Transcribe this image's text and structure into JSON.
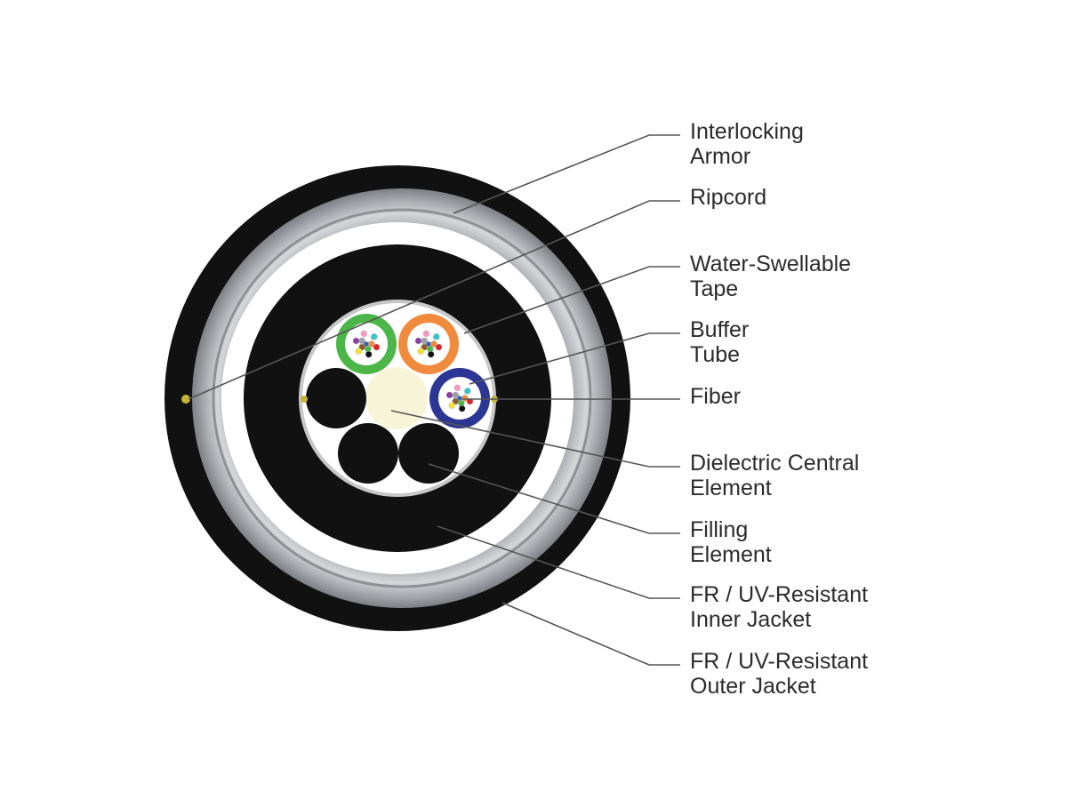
{
  "labels": [
    {
      "id": "interlocking-armor",
      "lines": [
        "Interlocking",
        "Armor"
      ]
    },
    {
      "id": "ripcord",
      "lines": [
        "Ripcord"
      ]
    },
    {
      "id": "water-swellable-tape",
      "lines": [
        "Water-Swellable",
        "Tape"
      ]
    },
    {
      "id": "buffer-tube",
      "lines": [
        "Buffer",
        "Tube"
      ]
    },
    {
      "id": "fiber",
      "lines": [
        "Fiber"
      ]
    },
    {
      "id": "dielectric-central-element",
      "lines": [
        "Dielectric Central",
        "Element"
      ]
    },
    {
      "id": "filling-element",
      "lines": [
        "Filling",
        "Element"
      ]
    },
    {
      "id": "inner-jacket",
      "lines": [
        "FR / UV-Resistant",
        "Inner Jacket"
      ]
    },
    {
      "id": "outer-jacket",
      "lines": [
        "FR / UV-Resistant",
        "Outer Jacket"
      ]
    }
  ],
  "colors": {
    "jacket": "#111111",
    "armor": "#b9bcc0",
    "armor_dark": "#8e9196",
    "tape": "#ffffff",
    "central_element": "#f7f4d8",
    "tube_green": "#4cb748",
    "tube_orange": "#f08a3c",
    "tube_blue": "#2c3694",
    "ripcord": "#c7b43a",
    "leader": "#555555"
  },
  "fiber_colors": [
    "#2f5fb8",
    "#f08a3c",
    "#4cb748",
    "#8a5a2b",
    "#9aa0a6",
    "#ffffff",
    "#d9262b",
    "#111111",
    "#f2e23a",
    "#8b3fa0",
    "#f49ac2",
    "#35c4c9"
  ]
}
